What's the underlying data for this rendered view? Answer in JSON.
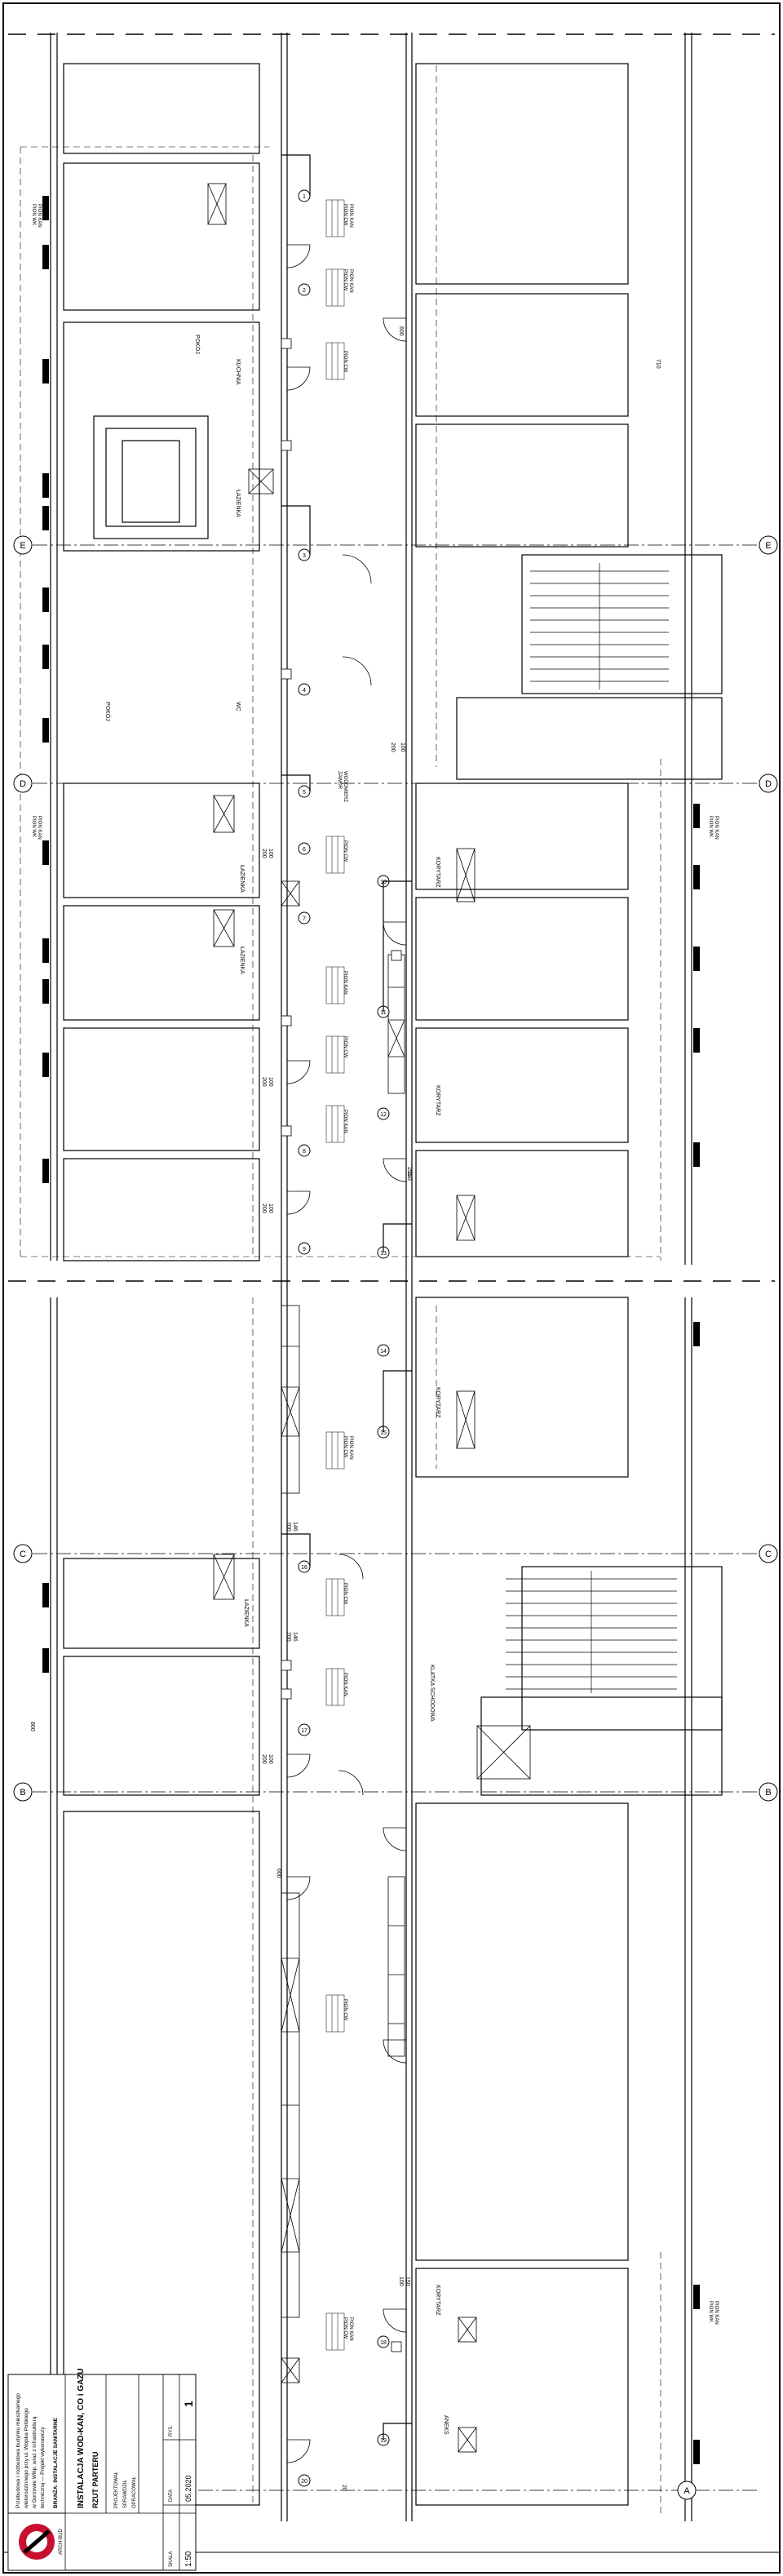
{
  "axes": {
    "E": "E",
    "D": "D",
    "C": "C",
    "B": "B",
    "A": "A"
  },
  "room_labels": {
    "kuchnia": "KUCHNIA",
    "pokoj": "POKÓJ",
    "lazienka": "ŁAZIENKA",
    "wc": "WC",
    "klatka": "KLATKA SCHODOWA",
    "korytarz": "KORYTARZ",
    "aneks": "ANEKS"
  },
  "dimension_labels": {
    "d100": "100",
    "d200": "200",
    "d146": "146",
    "d150": "150",
    "d600": "600",
    "d800": "800",
    "d710": "710",
    "d20": "20",
    "d255": "255"
  },
  "riser_numbers": [
    "1",
    "2",
    "3",
    "4",
    "5",
    "6",
    "7",
    "8",
    "9",
    "10",
    "11",
    "12",
    "13",
    "14",
    "15",
    "16",
    "17",
    "18",
    "19",
    "20"
  ],
  "pipe_notes": {
    "pion_wk": "PION WK",
    "pion_cw": "PION CW",
    "pion_kan": "PION KAN",
    "zawor": "ZAWÓR",
    "wodomierz": "WODOMIERZ"
  },
  "title_block": {
    "project_lines": [
      "Przebudowa i rozbudowa budynku mieszkalnego",
      "wielorodzinnego przy ul. Wojska Polskiego",
      "w Gorzowie Wlkp. wraz z infrastrukturą",
      "techniczną — Projekt wykonawczy"
    ],
    "branch": "BRANŻA: INSTALACJE SANITARNE",
    "sheet_title": "INSTALACJA WOD-KAN, CO i GAZU",
    "sheet_subtitle": "RZUT PARTERU",
    "scale_label": "SKALA",
    "scale_value": "1:50",
    "date_label": "DATA",
    "date_value": "05.2020",
    "sheet_label": "RYS.",
    "sheet_number": "1",
    "roles": [
      "PROJEKTOWAŁ",
      "SPRAWDZIŁ",
      "OPRACOWAŁ"
    ],
    "company": "ARCH-BUD"
  }
}
